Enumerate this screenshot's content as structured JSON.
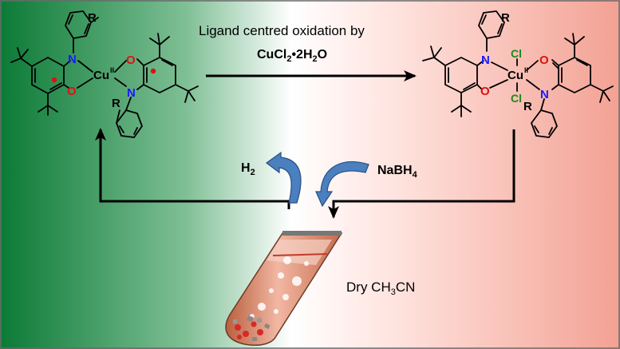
{
  "colors": {
    "left_gradient": "#0e7c3a",
    "right_gradient": "#f5a79c",
    "nitrogen": "#1a1aff",
    "oxygen": "#e01010",
    "chlorine": "#1a8a1a",
    "radical": "#e01010",
    "curved_arrow": "#4a7fc0"
  },
  "caption": {
    "line1": "Ligand centred oxidation by",
    "line2_main": "CuCl",
    "line2_sub": "2",
    "line2_rest": "•2H",
    "line2_sub2": "2",
    "line2_end": "O"
  },
  "left_complex": {
    "metal": "Cu",
    "oxidation": "II",
    "nitrogen_label": "N",
    "oxygen_label": "O",
    "substituent": "R"
  },
  "right_complex": {
    "metal": "Cu",
    "oxidation": "II",
    "nitrogen_label": "N",
    "oxygen_label": "O",
    "chloride_label": "Cl",
    "substituent": "R"
  },
  "h2": {
    "main": "H",
    "sub": "2"
  },
  "nabh4": {
    "main": "NaBH",
    "sub": "4"
  },
  "solvent": {
    "a": "Dry CH",
    "sub1": "3",
    "b": "CN"
  },
  "icons": [
    "reaction-arrow-icon",
    "curved-arrow-icon",
    "test-tube-icon"
  ]
}
